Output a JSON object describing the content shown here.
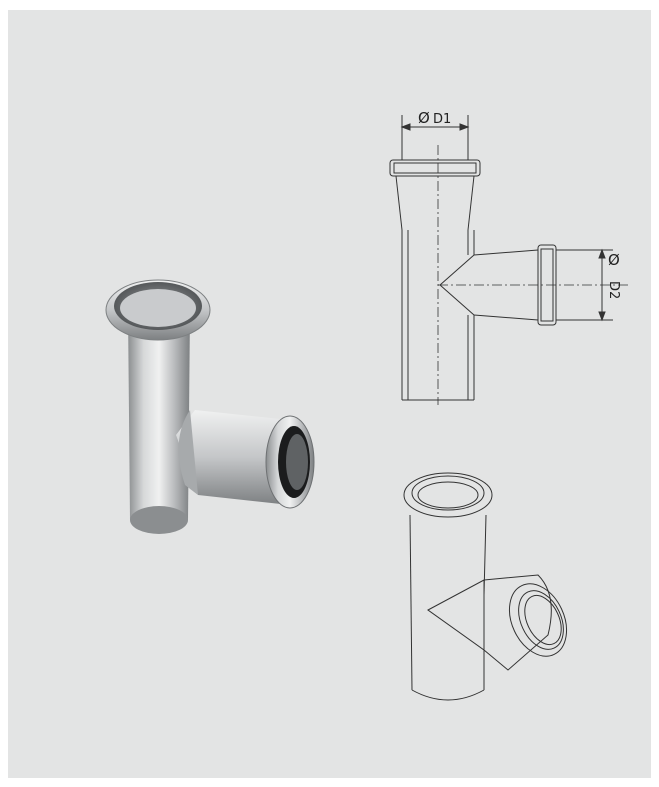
{
  "panel": {
    "background": "#e3e4e4"
  },
  "photo": {
    "icon": "stainless-tee-fitting-icon"
  },
  "drawing": {
    "icon": "tee-technical-drawing-icon",
    "d1_label": "D1",
    "d2_label": "D2",
    "diameter_symbol": "Ø"
  },
  "sketch": {
    "icon": "tee-line-sketch-icon"
  }
}
